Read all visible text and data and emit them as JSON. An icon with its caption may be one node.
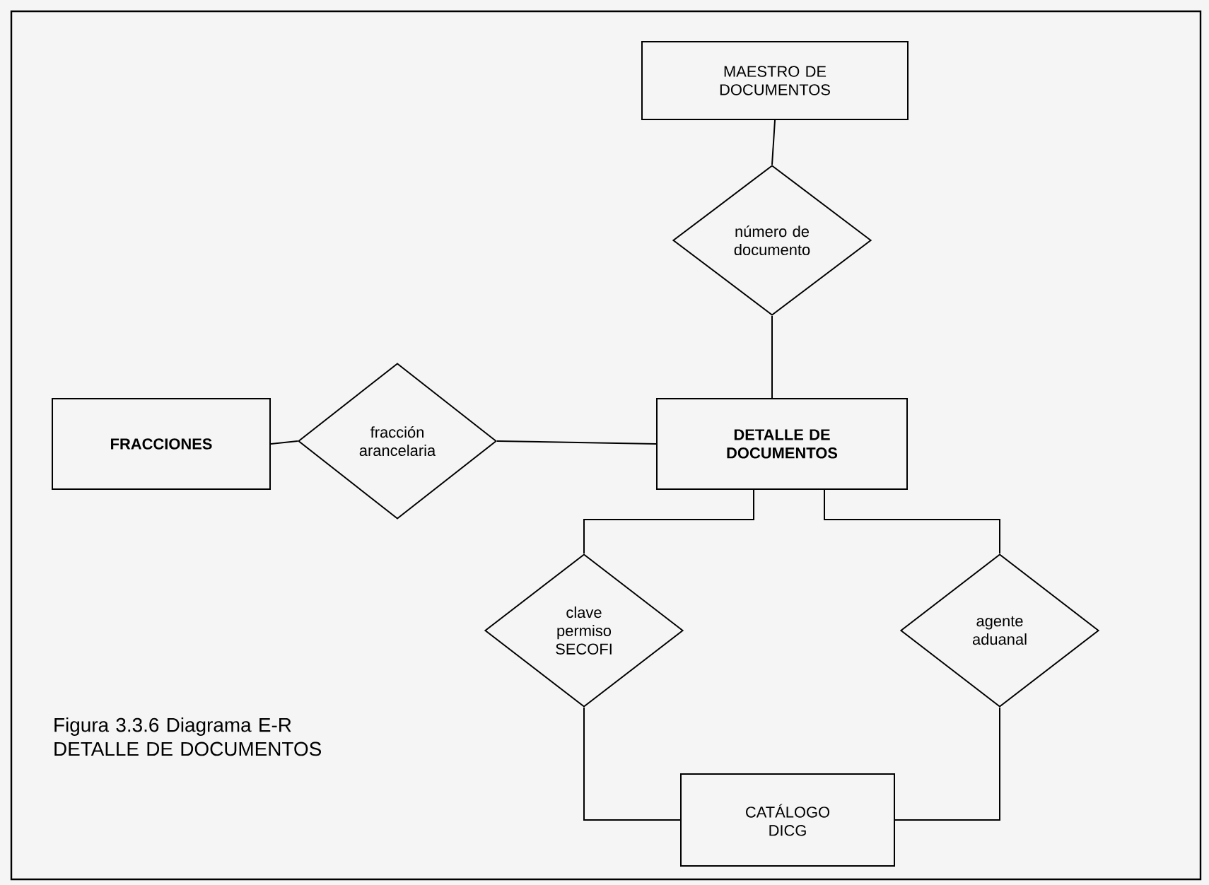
{
  "diagram": {
    "caption": "Figura 3.3.6 Diagrama E-R DETALLE DE DOCUMENTOS",
    "nodes": [
      {
        "text": [
          "MAESTRO DE DOCUMENTOS"
        ]
      },
      {
        "text": [
          "número de documento"
        ]
      },
      {
        "text": [
          "fracción arancelaria"
        ]
      },
      {
        "text": [
          "FRACCIONES"
        ]
      },
      {
        "text": [
          "DETALLE DE DOCUMENTOS"
        ]
      },
      {
        "text": [
          "clave permiso SECOFI"
        ]
      },
      {
        "text": [
          "agente aduanal"
        ]
      },
      {
        "text": [
          "CATÁLOGO DICG"
        ]
      }
    ],
    "edges": [
      {
        "from": 0,
        "to": 1,
        "arrow": "none"
      },
      {
        "from": 1,
        "to": 4,
        "arrow": "none"
      },
      {
        "from": 3,
        "to": 2,
        "arrow": "none"
      },
      {
        "from": 2,
        "to": 4,
        "arrow": "none"
      },
      {
        "from": 4,
        "to": 5,
        "arrow": "none"
      },
      {
        "from": 4,
        "to": 6,
        "arrow": "none"
      },
      {
        "from": 5,
        "to": 7,
        "arrow": "none"
      },
      {
        "from": 6,
        "to": 7,
        "arrow": "none"
      }
    ]
  }
}
